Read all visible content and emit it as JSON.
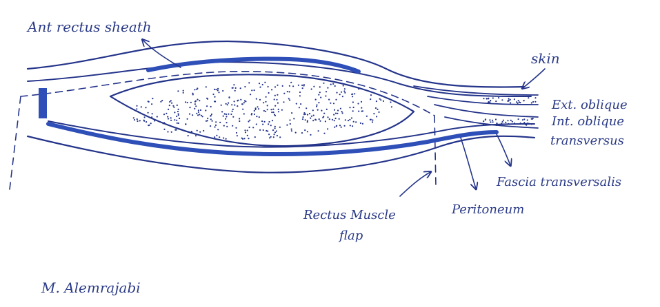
{
  "labels": {
    "ant_rectus_sheath": "Ant rectus sheath",
    "skin": "skin",
    "ext_oblique": "Ext. oblique",
    "int_oblique": "Int. oblique",
    "transversus": "transversus",
    "fascia_transversalis": "Fascia transversalis",
    "peritoneum": "Peritoneum",
    "rectus_muscle_line1": "Rectus Muscle",
    "rectus_muscle_line2": "flap",
    "signature": "M. Alemrajabi"
  },
  "colors": {
    "ink": "#24348a",
    "ink_dark": "#1e2a6e",
    "thick_band": "#2f4fb8",
    "paper": "#ffffff"
  }
}
